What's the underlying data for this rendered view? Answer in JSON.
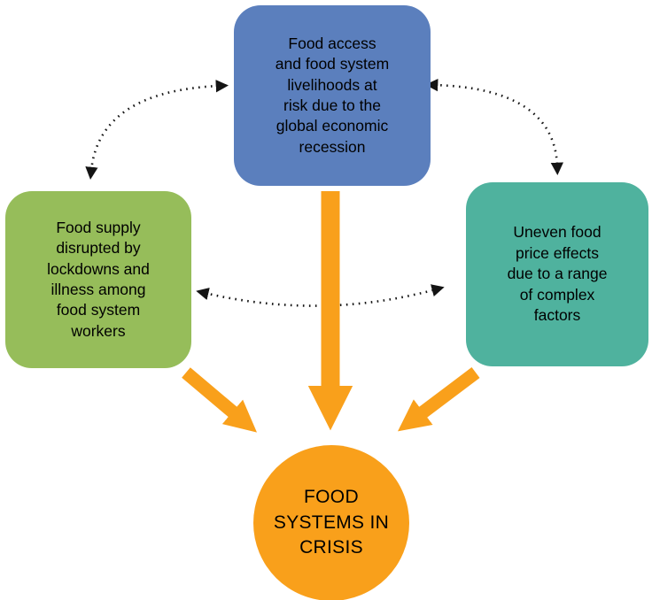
{
  "title": "Food systems in crisis diagram",
  "colors": {
    "top_box": "#5b7fbd",
    "left_box": "#96bd5a",
    "right_box": "#4fb29e",
    "center_circle": "#f9a01b",
    "solid_arrow": "#f9a01b",
    "dotted_arrow": "#141414"
  },
  "nodes": {
    "top": [
      "Food access",
      "and food system",
      "livelihoods at",
      "risk due to the",
      "global economic",
      "recession"
    ],
    "left": [
      "Food supply",
      "disrupted by",
      "lockdowns and",
      "illness among",
      "food system",
      "workers"
    ],
    "right": [
      "Uneven food",
      "price effects",
      "due to a range",
      "of complex",
      "factors"
    ],
    "center": [
      "FOOD",
      "SYSTEMS IN",
      "CRISIS"
    ]
  }
}
